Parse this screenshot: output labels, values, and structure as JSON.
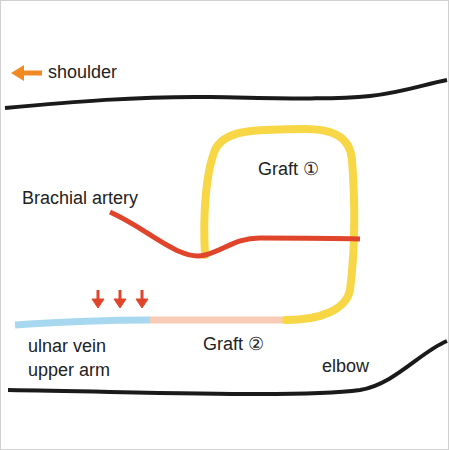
{
  "diagram": {
    "labels": [
      "shoulder",
      "Brachial artery",
      "Graft ①",
      "ulnar vein upper arm",
      "Graft ②",
      "elbow"
    ]
  }
}
